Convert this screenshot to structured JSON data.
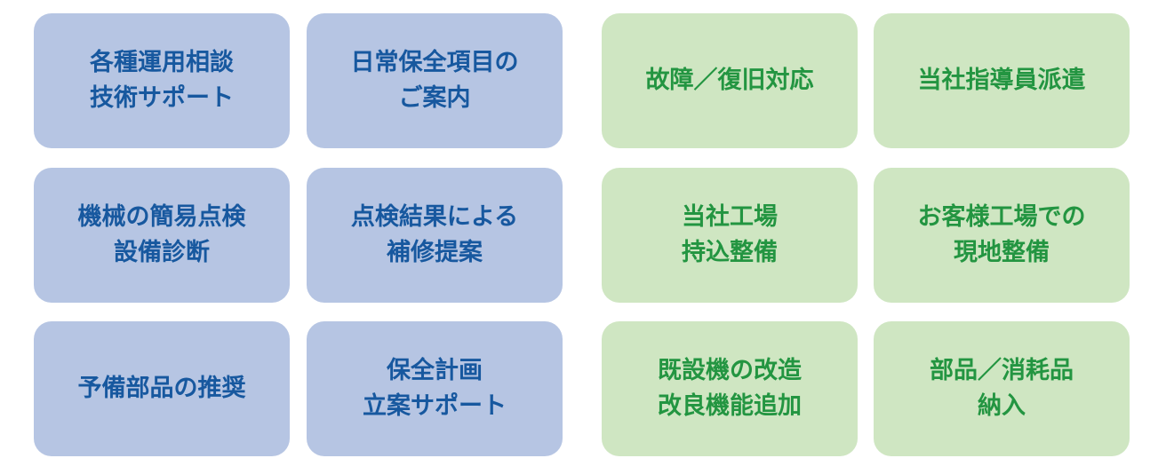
{
  "colors": {
    "support_tile_bg": "#b6c5e3",
    "support_tile_text": "#17589f",
    "maintenance_tile_bg": "#cfe6c2",
    "maintenance_tile_text": "#239541"
  },
  "support": {
    "operation_consulting": [
      "各種運用相談",
      "技術サポート"
    ],
    "daily_maintenance_guide": [
      "日常保全項目の",
      "ご案内"
    ],
    "simple_inspection": [
      "機械の簡易点検",
      "設備診断"
    ],
    "repair_proposal": [
      "点検結果による",
      "補修提案"
    ],
    "spare_parts_recommendation": [
      "予備部品の推奨"
    ],
    "maintenance_planning": [
      "保全計画",
      "立案サポート"
    ]
  },
  "maintenance": {
    "failure_recovery": [
      "故障／復旧対応"
    ],
    "instructor_dispatch": [
      "当社指導員派遣"
    ],
    "factory_carry_in": [
      "当社工場",
      "持込整備"
    ],
    "onsite_service": [
      "お客様工場での",
      "現地整備"
    ],
    "retrofit": [
      "既設機の改造",
      "改良機能追加"
    ],
    "parts_supply": [
      "部品／消耗品",
      "納入"
    ]
  }
}
